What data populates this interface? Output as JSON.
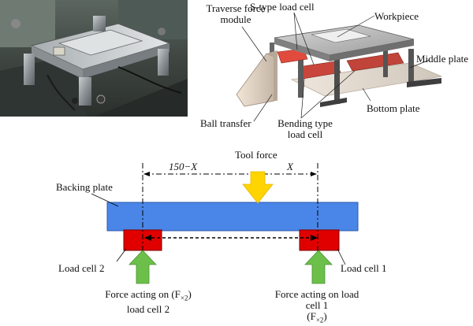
{
  "photo_panel": {
    "description_icon": "fixture-photo"
  },
  "schematic_3d": {
    "labels": {
      "traverse_force_module": "Traverse force\nmodule",
      "s_type_load_cell": "S-type load cell",
      "workpiece": "Workpiece",
      "middle_plate": "Middle plate",
      "bottom_plate": "Bottom plate",
      "ball_transfer": "Ball transfer",
      "bending_type_load_cell": "Bending type\nload cell"
    }
  },
  "force_diagram": {
    "dim_left": "150−X",
    "dim_right": "X",
    "tool_force": "Tool force",
    "backing_plate": "Backing plate",
    "load_cell_2": "Load cell 2",
    "load_cell_1": "Load cell 1",
    "force_left": "Force acting on (F",
    "force_left_sub": "×2",
    "force_left_tail": ")",
    "force_left_line2": "load cell 2",
    "force_right_line1": "Force acting on load",
    "force_right_line2": "cell 1",
    "force_right_line3_pre": "(F",
    "force_right_sub": "×2",
    "force_right_line3_post": ")"
  },
  "colors": {
    "backing_plate": "#4a86e8",
    "load_cell": "#e00000",
    "tool_force_arrow": "#ffd400",
    "reaction_arrow": "#6cc04a"
  }
}
